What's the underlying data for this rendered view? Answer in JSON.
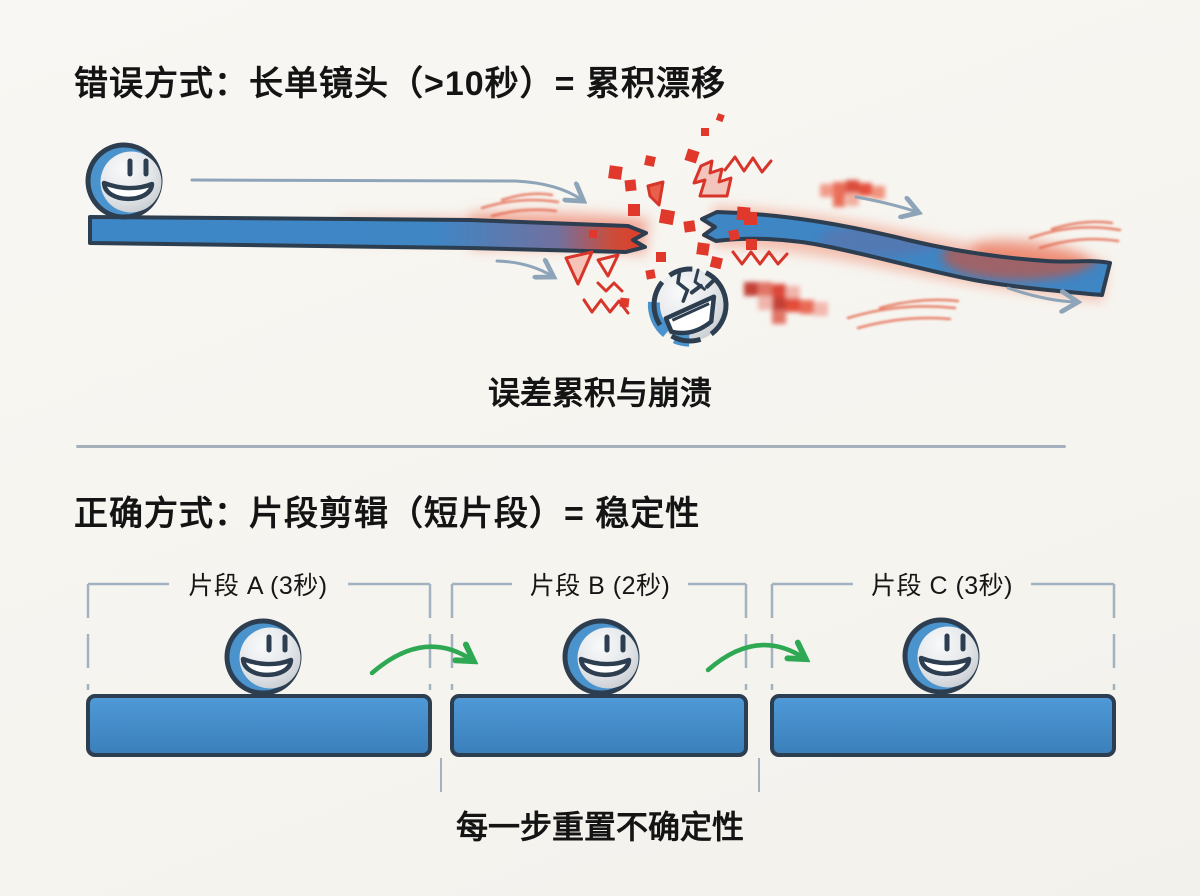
{
  "wrong_section": {
    "title": "错误方式：长单镜头（>10秒）= 累积漂移",
    "caption": "误差累积与崩溃"
  },
  "right_section": {
    "title": "正确方式：片段剪辑（短片段）= 稳定性",
    "clips": [
      {
        "label": "片段 A (3秒)",
        "duration_seconds": 3
      },
      {
        "label": "片段 B (2秒)",
        "duration_seconds": 2
      },
      {
        "label": "片段 C (3秒)",
        "duration_seconds": 3
      }
    ],
    "caption": "每一步重置不确定性"
  },
  "icons": {
    "agent": "smiley-ball-icon",
    "failure": "cracked-ball-icon",
    "drift": "red-glitch-burst",
    "reset": "green-hop-arrow",
    "motion": "gray-motion-arrow"
  },
  "colors": {
    "background": "#f7f5f1",
    "bar_blue": "#3f86c5",
    "outline_dark": "#2c3e50",
    "error_red": "#e0392c",
    "glow_red": "#ef8a6d",
    "arrow_gray": "#8ea4b8",
    "success_green": "#2fa854",
    "bracket_gray": "#a3b2c0",
    "text": "#141414"
  }
}
